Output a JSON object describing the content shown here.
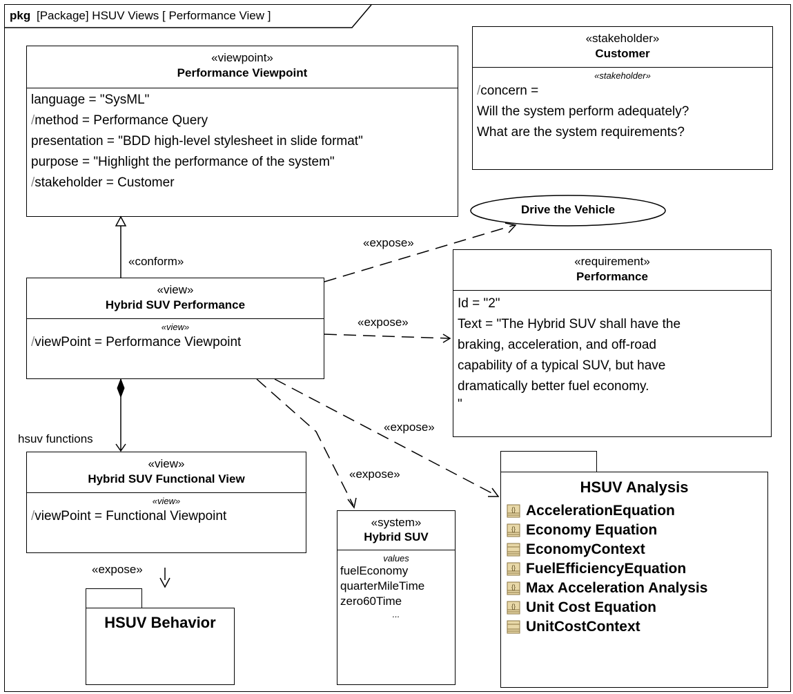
{
  "frame": {
    "kind": "pkg",
    "title": "[Package] HSUV Views [ Performance View ]"
  },
  "viewpoint": {
    "stereotype": "«viewpoint»",
    "name": "Performance Viewpoint",
    "properties": [
      {
        "prefix": "",
        "text": "language = \"SysML\""
      },
      {
        "prefix": "/",
        "text": "method = Performance Query"
      },
      {
        "prefix": "",
        "text": "presentation = \"BDD high-level stylesheet in slide format\""
      },
      {
        "prefix": "",
        "text": "purpose = \"Highlight the performance of the system\""
      },
      {
        "prefix": "/",
        "text": "stakeholder = Customer"
      }
    ]
  },
  "stakeholder": {
    "stereotype": "«stakeholder»",
    "name": "Customer",
    "section": "«stakeholder»",
    "prefix": "/",
    "concern_label": "concern =",
    "concerns": [
      "Will the system perform adequately?",
      "What are the system requirements?"
    ]
  },
  "usecase": {
    "name": "Drive the Vehicle"
  },
  "requirement": {
    "stereotype": "«requirement»",
    "name": "Performance",
    "lines": [
      "Id = \"2\"",
      "Text = \"The Hybrid SUV shall have the",
      "braking, acceleration, and off-road",
      "capability of a typical SUV, but have",
      "dramatically better fuel economy.",
      "\""
    ]
  },
  "perf_view": {
    "stereotype": "«view»",
    "name": "Hybrid SUV Performance",
    "section": "«view»",
    "prefix": "/",
    "property": "viewPoint = Performance Viewpoint"
  },
  "func_view": {
    "stereotype": "«view»",
    "name": "Hybrid SUV Functional View",
    "section": "«view»",
    "prefix": "/",
    "property": "viewPoint = Functional Viewpoint"
  },
  "system": {
    "stereotype": "«system»",
    "name": "Hybrid SUV",
    "section": "values",
    "values": [
      "fuelEconomy",
      "quarterMileTime",
      "zero60Time"
    ],
    "more": "..."
  },
  "behavior_pkg": {
    "name": "HSUV Behavior"
  },
  "analysis_pkg": {
    "name": "HSUV Analysis",
    "items": [
      {
        "label": "AccelerationEquation",
        "icon": "constraint-block-icon"
      },
      {
        "label": "Economy Equation",
        "icon": "constraint-block-icon"
      },
      {
        "label": "EconomyContext",
        "icon": "block-icon"
      },
      {
        "label": "FuelEfficiencyEquation",
        "icon": "constraint-block-icon"
      },
      {
        "label": "Max Acceleration Analysis",
        "icon": "constraint-block-icon"
      },
      {
        "label": "Unit Cost Equation",
        "icon": "constraint-block-icon"
      },
      {
        "label": "UnitCostContext",
        "icon": "block-icon"
      }
    ]
  },
  "relations": {
    "conform": "«conform»",
    "expose": "«expose»",
    "composition_role": "hsuv functions"
  },
  "colors": {
    "icon_fill": "#e8d8a8",
    "icon_stroke": "#8a7440",
    "derived_prefix": "#888888"
  }
}
